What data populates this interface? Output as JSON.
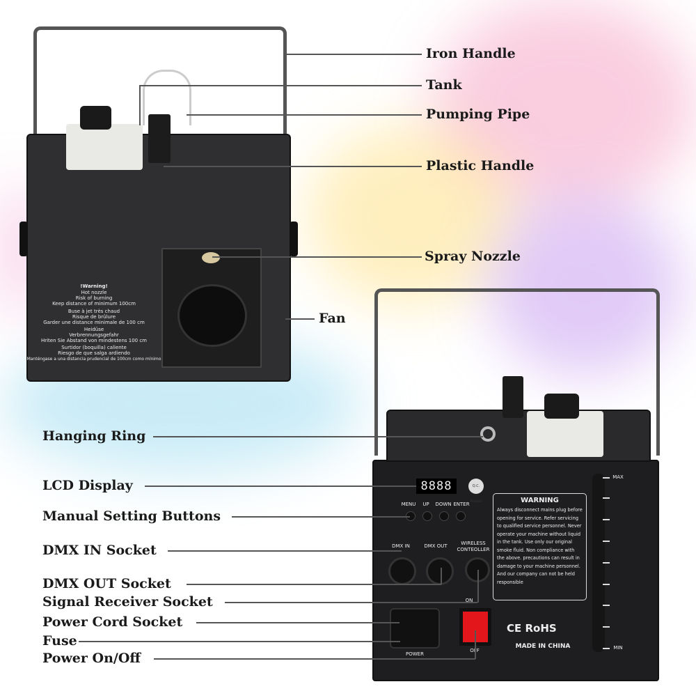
{
  "callouts_right": [
    "Iron Handle",
    "Tank",
    "Pumping Pipe",
    "Plastic Handle",
    "Spray Nozzle",
    "Fan"
  ],
  "callouts_left": [
    "Hanging Ring",
    "LCD Display",
    "Manual Setting Buttons",
    "DMX IN Socket",
    "DMX OUT Socket",
    "Signal Receiver Socket",
    "Power Cord Socket",
    "Fuse",
    "Power On/Off"
  ],
  "front_warning": {
    "title": "!Warning!",
    "lines": [
      "Hot nozzle",
      "Risk of burning",
      "Keep distance of minimum 100cm",
      "Buse à jet très chaud",
      "Risque de brûlure",
      "Garder une distance minimale de 100 cm",
      "Heidüse",
      "Verbrennungsgefahr",
      "Hriten Sie Abstand von mindestens 100 cm",
      "Surtidor (boquilla) caliente",
      "Riesgo de que salga ardiendo",
      "Manténgase a una distancia prudencial de 100cm como mínimo"
    ]
  },
  "panel": {
    "lcd": "8888",
    "qc": "Q.C. Passed",
    "buttons": [
      "MENU",
      "UP",
      "DOWN",
      "ENTER"
    ],
    "dmx_in": "DMX IN",
    "dmx_out": "DMX OUT",
    "wireless": "WIRELESS CONTEOLLER",
    "on": "ON",
    "off": "OFF",
    "power": "POWER",
    "made_in": "MADE IN CHINA",
    "marks": "CE RoHS",
    "max": "MAX",
    "min": "MIN"
  },
  "rear_warning": {
    "title": "WARNING",
    "text": "Always disconnect mains plug before opening for service. Refer servicing to qualified service personnel. Never operate your machine without liquid in the tank. Use only our original smoke fluid. Non compliance with the above. precautions can result in damage to your machine personnel. And our company can not be held responsible"
  }
}
